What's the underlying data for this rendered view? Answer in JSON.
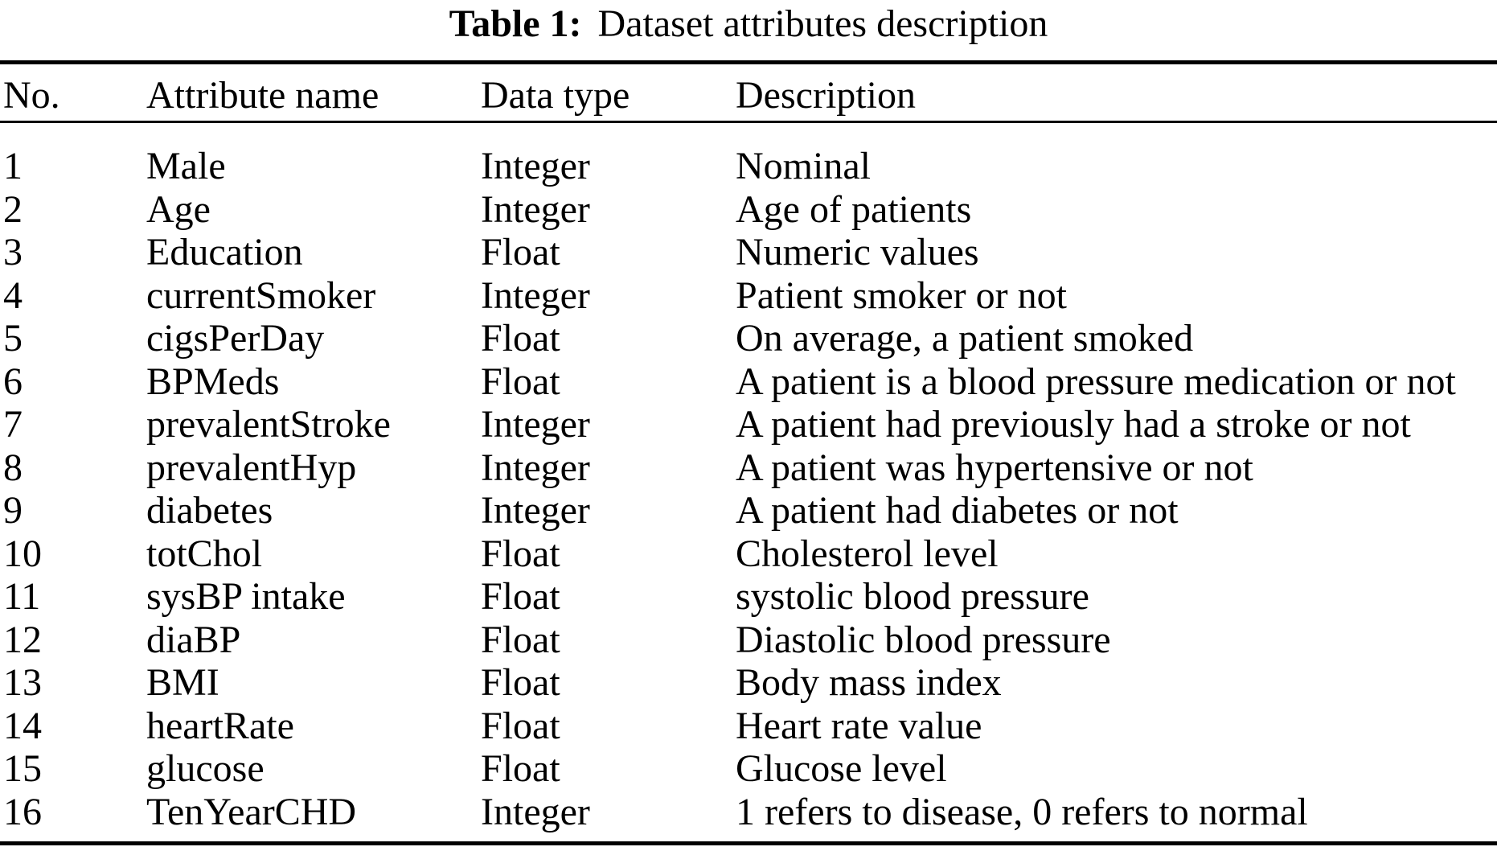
{
  "colors": {
    "background": "#ffffff",
    "text": "#000000",
    "rule": "#000000"
  },
  "caption": {
    "label": "Table 1:",
    "text": "Dataset attributes description"
  },
  "table": {
    "headers": {
      "no": "No.",
      "attribute": "Attribute name",
      "type": "Data type",
      "description": "Description"
    },
    "rows": [
      {
        "no": "1",
        "attribute": "Male",
        "type": "Integer",
        "description": "Nominal"
      },
      {
        "no": "2",
        "attribute": "Age",
        "type": "Integer",
        "description": "Age of patients"
      },
      {
        "no": "3",
        "attribute": "Education",
        "type": "Float",
        "description": "Numeric values"
      },
      {
        "no": "4",
        "attribute": "currentSmoker",
        "type": "Integer",
        "description": "Patient smoker or not"
      },
      {
        "no": "5",
        "attribute": "cigsPerDay",
        "type": "Float",
        "description": "On average, a patient smoked"
      },
      {
        "no": "6",
        "attribute": "BPMeds",
        "type": "Float",
        "description": "A patient is a blood pressure medication or not"
      },
      {
        "no": "7",
        "attribute": "prevalentStroke",
        "type": "Integer",
        "description": "A patient had previously had a stroke or not"
      },
      {
        "no": "8",
        "attribute": "prevalentHyp",
        "type": "Integer",
        "description": "A patient was hypertensive or not"
      },
      {
        "no": "9",
        "attribute": "diabetes",
        "type": "Integer",
        "description": "A patient had diabetes or not"
      },
      {
        "no": "10",
        "attribute": "totChol",
        "type": "Float",
        "description": "Cholesterol level"
      },
      {
        "no": "11",
        "attribute": "sysBP intake",
        "type": "Float",
        "description": "systolic blood pressure"
      },
      {
        "no": "12",
        "attribute": "diaBP",
        "type": "Float",
        "description": "Diastolic blood pressure"
      },
      {
        "no": "13",
        "attribute": "BMI",
        "type": "Float",
        "description": "Body mass index"
      },
      {
        "no": "14",
        "attribute": "heartRate",
        "type": "Float",
        "description": "Heart rate value"
      },
      {
        "no": "15",
        "attribute": "glucose",
        "type": "Float",
        "description": "Glucose level"
      },
      {
        "no": "16",
        "attribute": "TenYearCHD",
        "type": "Integer",
        "description": "1 refers to disease, 0 refers to normal"
      }
    ]
  }
}
